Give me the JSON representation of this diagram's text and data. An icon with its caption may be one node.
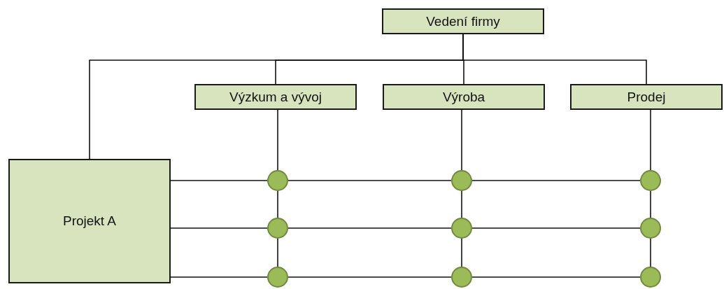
{
  "diagram": {
    "nodes": [
      {
        "text": [
          "Vedení firmy"
        ]
      },
      {
        "text": [
          "Výzkum a vývoj"
        ]
      },
      {
        "text": [
          "Výroba"
        ]
      },
      {
        "text": [
          "Prodej"
        ]
      },
      {
        "text": [
          "Projekt A"
        ]
      },
      {
        "text": [],
        "shape": "circle"
      },
      {
        "text": [],
        "shape": "circle"
      },
      {
        "text": [],
        "shape": "circle"
      },
      {
        "text": [],
        "shape": "circle"
      },
      {
        "text": [],
        "shape": "circle"
      },
      {
        "text": [],
        "shape": "circle"
      },
      {
        "text": [],
        "shape": "circle"
      },
      {
        "text": [],
        "shape": "circle"
      },
      {
        "text": [],
        "shape": "circle"
      }
    ],
    "edges": [
      {
        "from": 0,
        "to": 1,
        "arrow": "none"
      },
      {
        "from": 0,
        "to": 2,
        "arrow": "none"
      },
      {
        "from": 0,
        "to": 3,
        "arrow": "none"
      },
      {
        "from": 0,
        "to": 4,
        "arrow": "none"
      },
      {
        "from": 1,
        "to": 5,
        "arrow": "none"
      },
      {
        "from": 5,
        "to": 8,
        "arrow": "none"
      },
      {
        "from": 8,
        "to": 11,
        "arrow": "none"
      },
      {
        "from": 2,
        "to": 6,
        "arrow": "none"
      },
      {
        "from": 6,
        "to": 9,
        "arrow": "none"
      },
      {
        "from": 9,
        "to": 12,
        "arrow": "none"
      },
      {
        "from": 3,
        "to": 7,
        "arrow": "none"
      },
      {
        "from": 7,
        "to": 10,
        "arrow": "none"
      },
      {
        "from": 10,
        "to": 13,
        "arrow": "none"
      },
      {
        "from": 4,
        "to": 5,
        "arrow": "none"
      },
      {
        "from": 5,
        "to": 6,
        "arrow": "none"
      },
      {
        "from": 6,
        "to": 7,
        "arrow": "none"
      },
      {
        "from": 4,
        "to": 8,
        "arrow": "none"
      },
      {
        "from": 8,
        "to": 9,
        "arrow": "none"
      },
      {
        "from": 9,
        "to": 10,
        "arrow": "none"
      },
      {
        "from": 4,
        "to": 11,
        "arrow": "none"
      },
      {
        "from": 11,
        "to": 12,
        "arrow": "none"
      },
      {
        "from": 12,
        "to": 13,
        "arrow": "none"
      }
    ]
  }
}
